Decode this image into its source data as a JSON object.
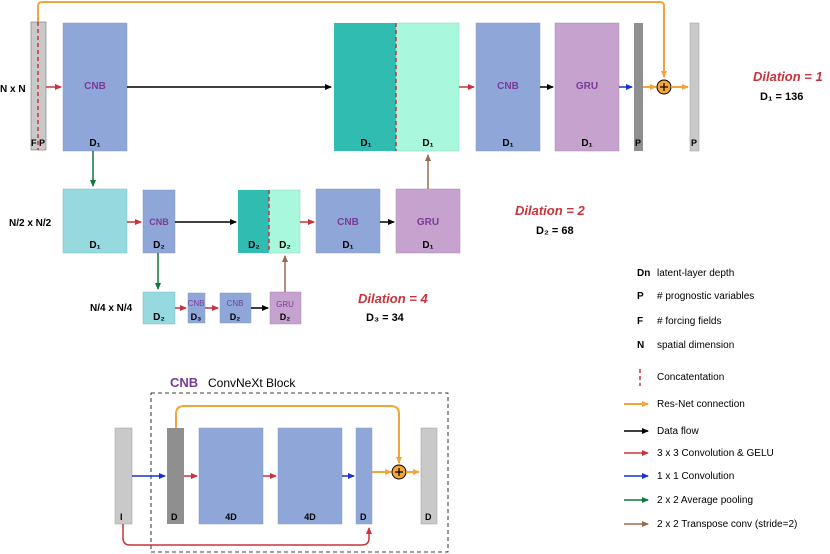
{
  "levels": {
    "l1": "N x N",
    "l2": "N/2 x N/2",
    "l3": "N/4 x N/4"
  },
  "dilation": {
    "d1_title": "Dilation = 1",
    "d1_value": "D₁ = 136",
    "d2_title": "Dilation = 2",
    "d2_value": "D₂ = 68",
    "d3_title": "Dilation = 4",
    "d3_value": "D₃ = 34"
  },
  "blocks": {
    "cnb": "CNB",
    "gru": "GRU",
    "f": "F",
    "p": "P",
    "d1": "D₁",
    "d2": "D₂",
    "d3": "D₃"
  },
  "legend": {
    "dn_key": "Dn",
    "dn_text": "latent-layer depth",
    "p_key": "P",
    "p_text": "# prognostic variables",
    "f_key": "F",
    "f_text": "# forcing fields",
    "n_key": "N",
    "n_text": "spatial dimension",
    "concat": "Concatentation",
    "resnet": "Res-Net connection",
    "dataflow": "Data flow",
    "conv3": "3 x 3 Convolution & GELU",
    "conv1": "1 x 1 Convolution",
    "pool": "2 x 2 Average pooling",
    "transpose": "2 x 2 Transpose conv (stride=2)"
  },
  "cnb_inset": {
    "abbr": "CNB",
    "title": "ConvNeXt Block",
    "i": "I",
    "d": "D",
    "d4": "4D"
  },
  "colors": {
    "cnb_blue": "#8fa6d9",
    "gru_purple": "#c6a2ce",
    "teal": "#31bcb1",
    "mint": "#a9f7dd",
    "light_cyan": "#96d9de",
    "gray": "#c9c9c9",
    "dark_gray": "#8f8f8f",
    "orange": "#f4a53a",
    "red": "#c8333b",
    "blue": "#1533d4",
    "green": "#11773a",
    "brown": "#9a6b4a",
    "purple_text": "#7a3a96",
    "dilation_red": "#c8333b"
  }
}
